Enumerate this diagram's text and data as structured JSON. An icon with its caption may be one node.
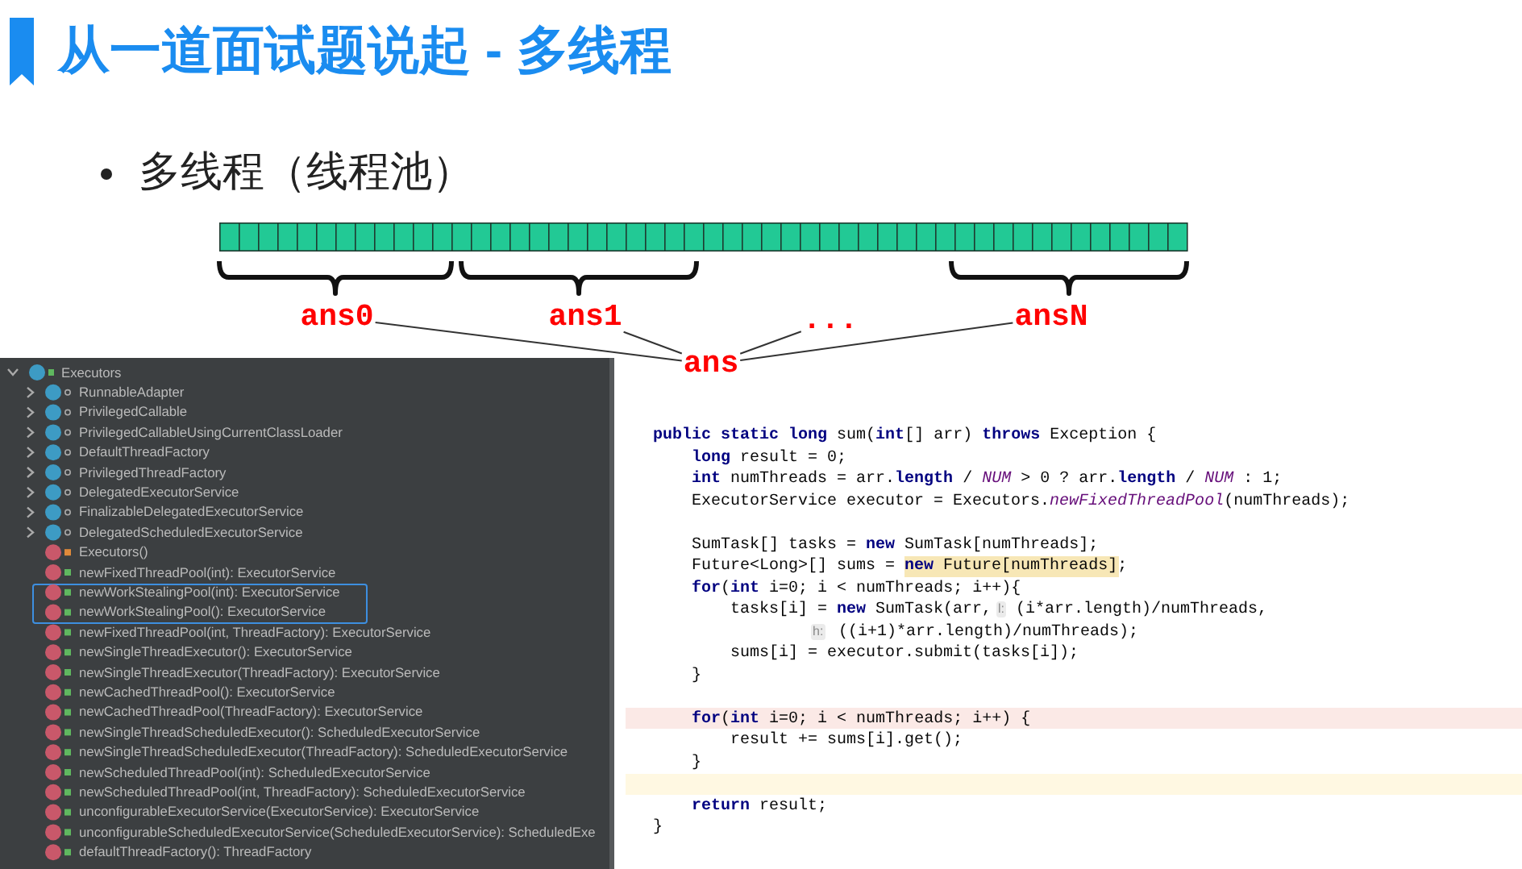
{
  "diagram": {
    "title": "从一道面试题说起 - 多线程",
    "nodes": [
      {
        "text": [
          "ans0"
        ]
      },
      {
        "text": [
          "ans1"
        ]
      },
      {
        "text": [
          "..."
        ]
      },
      {
        "text": [
          "ansN"
        ]
      },
      {
        "text": [
          "ans"
        ]
      }
    ],
    "edges": [
      {
        "from": 0,
        "to": 4,
        "arrow": "none"
      },
      {
        "from": 1,
        "to": 4,
        "arrow": "none"
      },
      {
        "from": 2,
        "to": 4,
        "arrow": "none"
      },
      {
        "from": 3,
        "to": 4,
        "arrow": "none"
      }
    ],
    "labels": [
      "多线程（线程池）",
      "Executors",
      "RunnableAdapter",
      "PrivilegedCallable",
      "PrivilegedCallableUsingCurrentClassLoader",
      "DefaultThreadFactory",
      "PrivilegedThreadFactory",
      "DelegatedExecutorService",
      "FinalizableDelegatedExecutorService",
      "DelegatedScheduledExecutorService",
      "Executors()",
      "newFixedThreadPool(int): ExecutorService",
      "newWorkStealingPool(int): ExecutorService",
      "newWorkStealingPool(): ExecutorService",
      "newFixedThreadPool(int, ThreadFactory): ExecutorService",
      "newSingleThreadExecutor(): ExecutorService",
      "newSingleThreadExecutor(ThreadFactory): ExecutorService",
      "newCachedThreadPool(): ExecutorService",
      "newCachedThreadPool(ThreadFactory): ExecutorService",
      "newSingleThreadScheduledExecutor(): ScheduledExecutorService",
      "newSingleThreadScheduledExecutor(ThreadFactory): ScheduledExecutorService",
      "newScheduledThreadPool(int): ScheduledExecutorService",
      "newScheduledThreadPool(int, ThreadFactory): ScheduledExecutorService",
      "unconfigurableExecutorService(ExecutorService): ExecutorService",
      "unconfigurableScheduledExecutorService(ScheduledExecutorService): ScheduledExe",
      "defaultThreadFactory(): ThreadFactory",
      "**public static long** sum(**int**[] arr) **throws** Exception {",
      "**long** result = 0;",
      "**int** numThreads = arr.**length** / *NUM* > 0 ? arr.**length** / *NUM* : 1;",
      "ExecutorService executor = Executors.*newFixedThreadPool*(numThreads);",
      "SumTask[] tasks = **new** SumTask[numThreads];",
      "Future<Long>[] sums = **new** Future[numThreads];",
      "**for**(**int** i=0; i < numThreads; i++){",
      "tasks[i] = **new** SumTask(arr,",
      "l:",
      "(i*arr.length)/numThreads,",
      "h:",
      "((i+1)*arr.length)/numThreads);",
      "sums[i] = executor.submit(tasks[i]);",
      "}",
      "**for**(**int** i=0; i < numThreads; i++) {",
      "result += sums[i].get();",
      "}",
      "**return** result;",
      "}"
    ]
  }
}
